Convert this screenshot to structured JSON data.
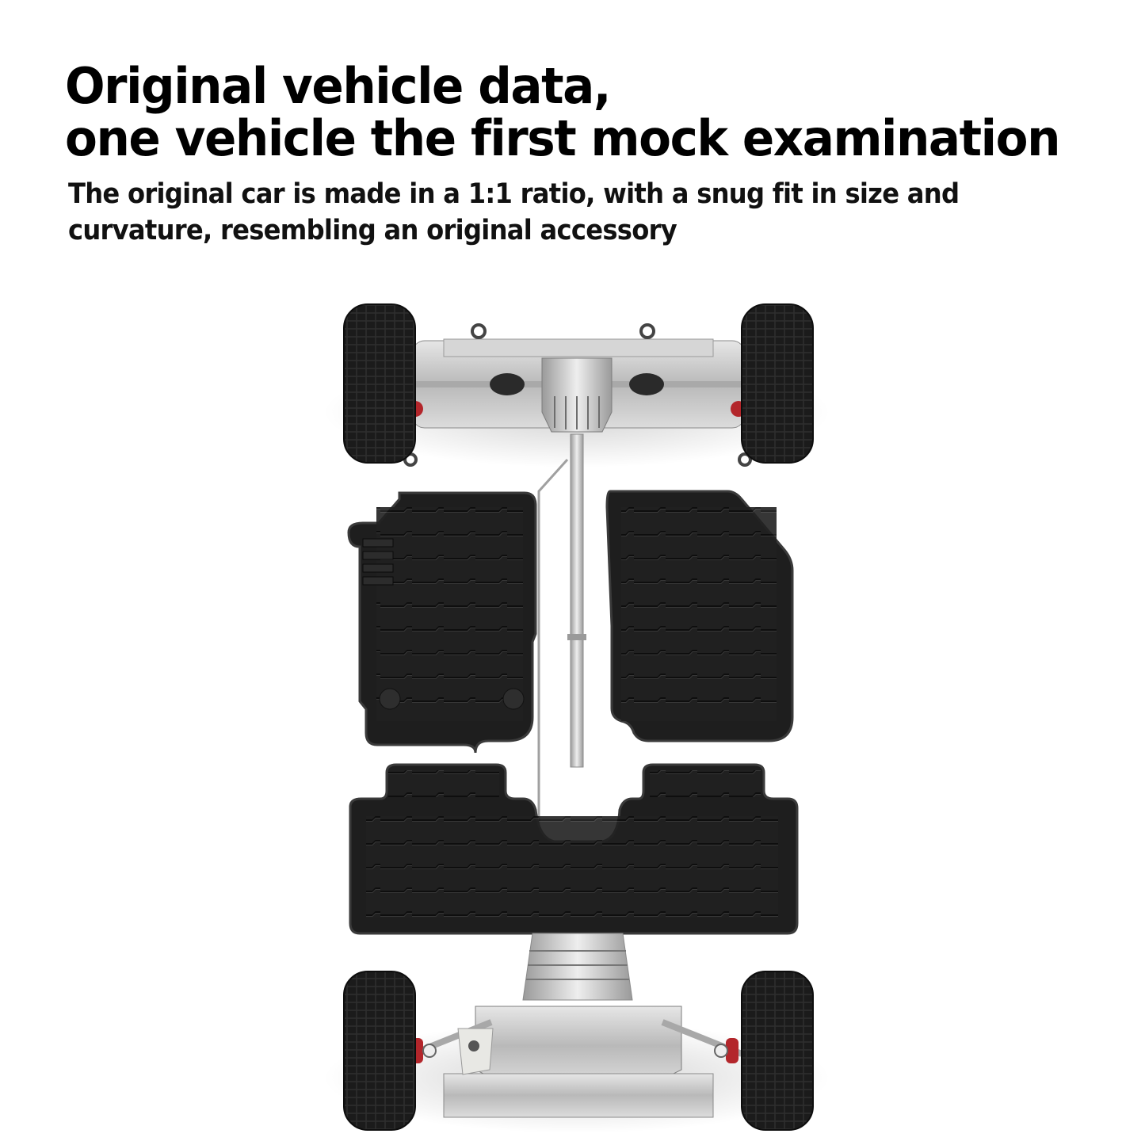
{
  "headline": {
    "line1": "Original vehicle data,",
    "line2": "one vehicle the first mock examination"
  },
  "subtext": {
    "line1": "The original car is made in a 1:1 ratio, with a snug fit in size and",
    "line2": "curvature, resembling an original accessory"
  },
  "illustration": {
    "description": "Top-down view of a vehicle chassis with rear axle assembly, driveshaft, two front floor mats, one rear floor mat, and front axle/engine assembly",
    "parts": [
      "rear-axle-assembly",
      "driveshaft",
      "driver-floor-mat",
      "passenger-floor-mat",
      "rear-floor-mat",
      "front-axle-assembly"
    ],
    "colors": {
      "mat": "#1e1e1e",
      "mat_edge": "#2b2b2b",
      "metal": "#c8c8c8",
      "tire": "#1a1a1a",
      "accent_red": "#b3262b"
    }
  }
}
